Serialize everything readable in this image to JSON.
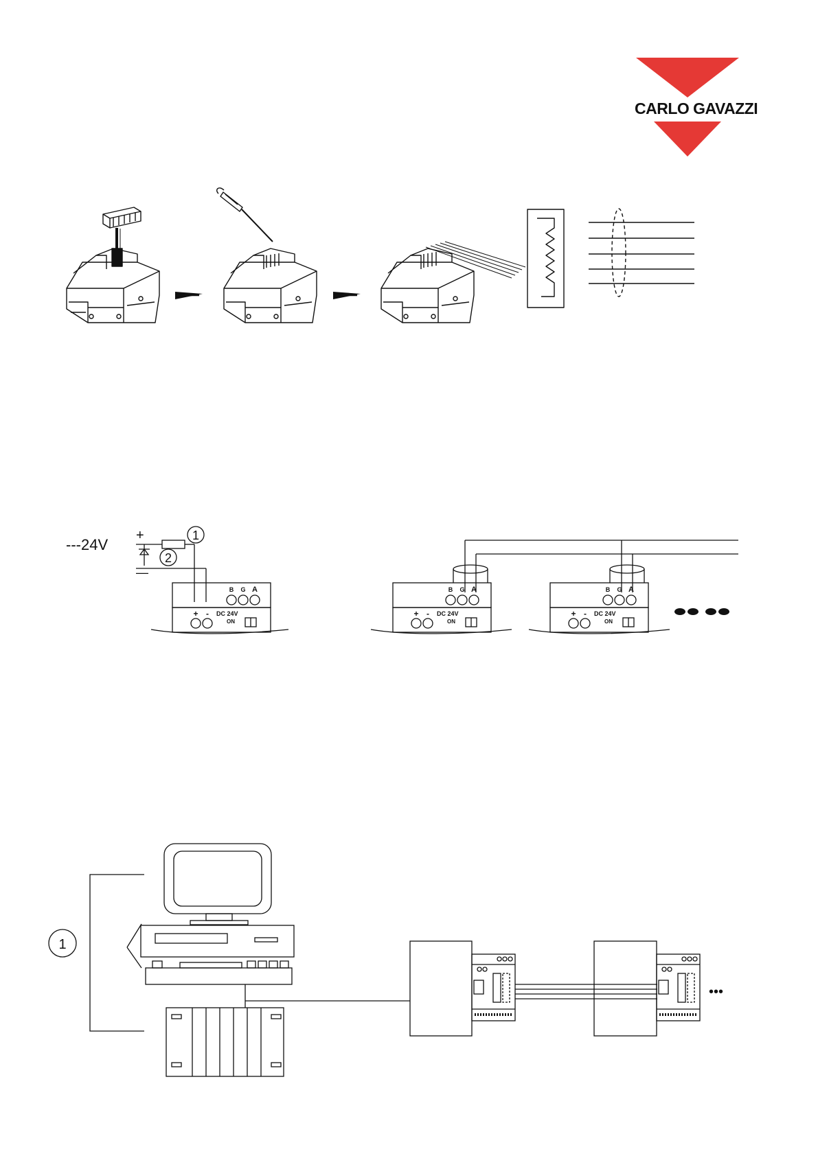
{
  "brand": {
    "name": "CARLO GAVAZZI",
    "color": "#e53935"
  },
  "figure_power": {
    "supply_label": "---24V",
    "plus": "+",
    "minus": "—",
    "callout_fuse": "1",
    "callout_diode": "2"
  },
  "modules": [
    {
      "terminal_b": "B",
      "terminal_g": "G",
      "terminal_a": "A",
      "plus": "+",
      "minus": "-",
      "supply": "DC 24V",
      "switch": "ON"
    },
    {
      "terminal_b": "B",
      "terminal_g": "G",
      "terminal_a": "A",
      "plus": "+",
      "minus": "-",
      "supply": "DC 24V",
      "switch": "ON"
    },
    {
      "terminal_b": "B",
      "terminal_g": "G",
      "terminal_a": "A",
      "plus": "+",
      "minus": "-",
      "supply": "DC 24V",
      "switch": "ON"
    }
  ],
  "figure_network": {
    "callout_master": "1",
    "continuation": "•••"
  },
  "icons": [
    "connector-plug-icon",
    "screwdriver-icon",
    "arrow-right-icon",
    "computer-icon",
    "keyboard-icon",
    "plc-rack-icon",
    "module-icon"
  ]
}
